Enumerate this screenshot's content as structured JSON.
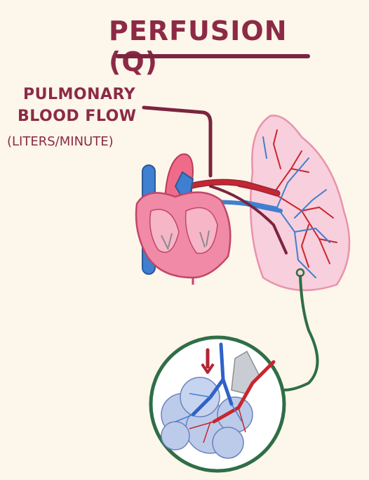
{
  "title": "PERFUSION (Q)",
  "label": {
    "line1": "PULMONARY",
    "line2": "BLOOD FLOW",
    "line3": "(LITERS/MINUTE)"
  },
  "colors": {
    "background": "#fdf6ea",
    "title": "#8c2a46",
    "heart": "#f08aa6",
    "vein": "#3f7fd0",
    "artery": "#c8262e",
    "lung": "#f7c6d6",
    "zoom_circle": "#2f6e46",
    "alveoli": "#b9c8e8"
  },
  "icons": [
    "heart-illustration",
    "lung-illustration",
    "alveoli-zoom-illustration",
    "flow-arrow-icon"
  ]
}
